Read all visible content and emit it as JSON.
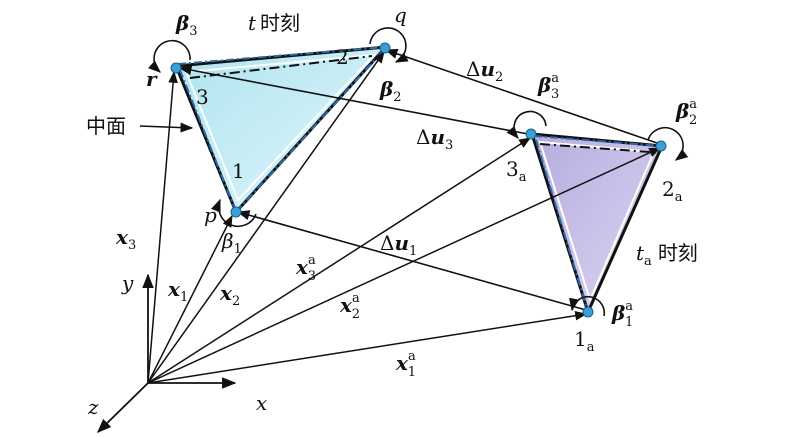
{
  "labels": {
    "t_moment": {
      "var": "t",
      "text": "时刻"
    },
    "ta_moment": {
      "var": "t",
      "sub": "a",
      "text": "时刻"
    },
    "mid_surface": "中面",
    "node_r": "r",
    "node_q": "q",
    "node_p": "p",
    "num_1": "1",
    "num_2": "2",
    "num_3": "3",
    "num_1a": {
      "main": "1",
      "sub": "a"
    },
    "num_2a": {
      "main": "2",
      "sub": "a"
    },
    "num_3a": {
      "main": "3",
      "sub": "a"
    },
    "beta_1": {
      "main": "β",
      "sub": "1"
    },
    "beta_2": {
      "main": "β",
      "sub": "2"
    },
    "beta_3": {
      "main": "β",
      "sub": "3"
    },
    "beta_1a": {
      "main": "β",
      "sup": "a",
      "sub": "1"
    },
    "beta_2a": {
      "main": "β",
      "sup": "a",
      "sub": "2"
    },
    "beta_3a": {
      "main": "β",
      "sup": "a",
      "sub": "3"
    },
    "du_1": {
      "pre": "Δ",
      "main": "u",
      "sub": "1"
    },
    "du_2": {
      "pre": "Δ",
      "main": "u",
      "sub": "2"
    },
    "du_3": {
      "pre": "Δ",
      "main": "u",
      "sub": "3"
    },
    "x_1": {
      "main": "x",
      "sub": "1"
    },
    "x_2": {
      "main": "x",
      "sub": "2"
    },
    "x_3": {
      "main": "x",
      "sub": "3"
    },
    "x_1a": {
      "main": "x",
      "sup": "a",
      "sub": "1"
    },
    "x_2a": {
      "main": "x",
      "sup": "a",
      "sub": "2"
    },
    "x_3a": {
      "main": "x",
      "sup": "a",
      "sub": "3"
    },
    "axis_x": "x",
    "axis_y": "y",
    "axis_z": "z"
  },
  "colors": {
    "triangle_t_fill": "#cdeef5",
    "triangle_ta_fill": "#c9c2e6",
    "node_color": "#3a9fd8",
    "dashdot_blue": "#2b6cb0",
    "line": "#111111"
  }
}
